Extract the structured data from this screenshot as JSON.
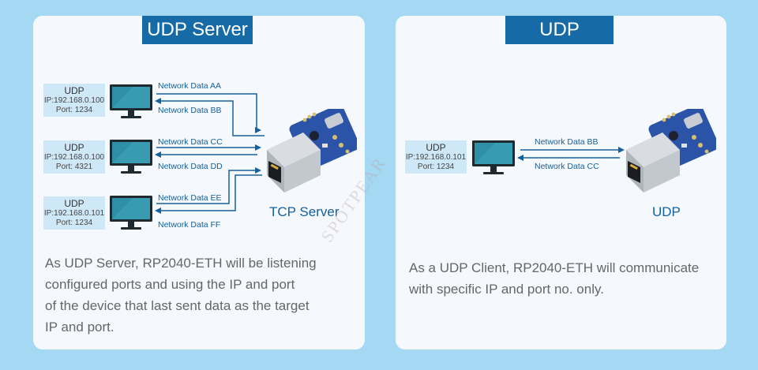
{
  "left": {
    "title": "UDP Server",
    "devices": [
      {
        "label": "UDP",
        "ip": "IP:192.168.0.100",
        "port": "Port:  1234",
        "data_out": "Network Data AA",
        "data_in": "Network Data BB"
      },
      {
        "label": "UDP",
        "ip": "IP:192.168.0.100",
        "port": "Port:  4321",
        "data_out": "Network Data CC",
        "data_in": "Network Data DD"
      },
      {
        "label": "UDP",
        "ip": "IP:192.168.0.101",
        "port": "Port:  1234",
        "data_out": "Network Data EE",
        "data_in": "Network Data FF"
      }
    ],
    "board_label": "TCP Server",
    "caption": [
      "As UDP Server, RP2040-ETH will be listening",
      "configured ports and using the IP and port",
      "of the device that last sent data as the target",
      "IP and port."
    ]
  },
  "right": {
    "title": "UDP",
    "device": {
      "label": "UDP",
      "ip": "IP:192.168.0.101",
      "port": "Port:  1234",
      "data_out": "Network Data BB",
      "data_in": "Network Data CC"
    },
    "board_label": "UDP",
    "caption": [
      "As a UDP Client, RP2040-ETH will communicate",
      "with specific IP and port no. only."
    ]
  },
  "watermark": "SPOTPEAR",
  "colors": {
    "background": "#a4d8f3",
    "panel": "#f5f8fc",
    "accent": "#166aa6",
    "label_box": "#cfe8f8",
    "board": "#2b54a8"
  }
}
